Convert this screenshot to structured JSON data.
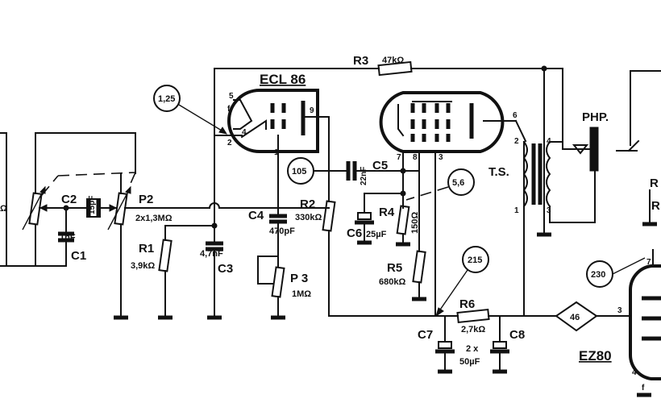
{
  "tubes": {
    "ecl86": "ECL 86",
    "ez80": "EZ80"
  },
  "components": {
    "r1": {
      "name": "R1",
      "value": "3,9kΩ"
    },
    "r2": {
      "name": "R2",
      "value": "330kΩ"
    },
    "r3": {
      "name": "R3",
      "value": "47kΩ"
    },
    "r4": {
      "name": "R4",
      "value": "150Ω"
    },
    "r5": {
      "name": "R5",
      "value": "680kΩ"
    },
    "r6": {
      "name": "R6",
      "value": "2,7kΩ"
    },
    "c1": {
      "name": "C1",
      "value": "1nF"
    },
    "c2": {
      "name": "C2",
      "value": "15pF"
    },
    "c3": {
      "name": "C3",
      "value": "4,7nF"
    },
    "c4": {
      "name": "C4",
      "value": "470pF"
    },
    "c5": {
      "name": "C5",
      "value": "22nF"
    },
    "c6": {
      "name": "C6",
      "value": "25µF"
    },
    "c7": {
      "name": "C7"
    },
    "c8": {
      "name": "C8"
    },
    "c78": {
      "value_line1": "2 x",
      "value_line2": "50µF"
    },
    "p2": {
      "name": "P2",
      "value": "2x1,3MΩ"
    },
    "p3": {
      "name": "P 3",
      "value": "1MΩ"
    },
    "ts": {
      "name": "T.S."
    },
    "php": {
      "name": "PHP."
    }
  },
  "voltages": [
    "1,25",
    "105",
    "5,6",
    "215",
    "230",
    "46"
  ],
  "pins": {
    "p1": "1",
    "p2": "2",
    "p3": "3",
    "p4": "4",
    "p5": "5",
    "p6": "6",
    "p7": "7",
    "p8": "8",
    "p9": "9",
    "f": "f"
  },
  "fragments": {
    "left_omega": "Ω",
    "right_r": "R",
    "right_r2": "R"
  }
}
